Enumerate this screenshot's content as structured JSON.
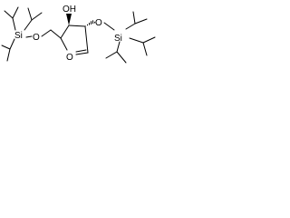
{
  "molecule": {
    "atoms": {
      "si_left": "Si",
      "o_left": "O",
      "oh": "OH",
      "o_ring": "O",
      "o_right": "O",
      "si_right": "Si"
    }
  },
  "colors": {
    "bond": "#000000",
    "text": "#000000",
    "background": "#ffffff"
  }
}
